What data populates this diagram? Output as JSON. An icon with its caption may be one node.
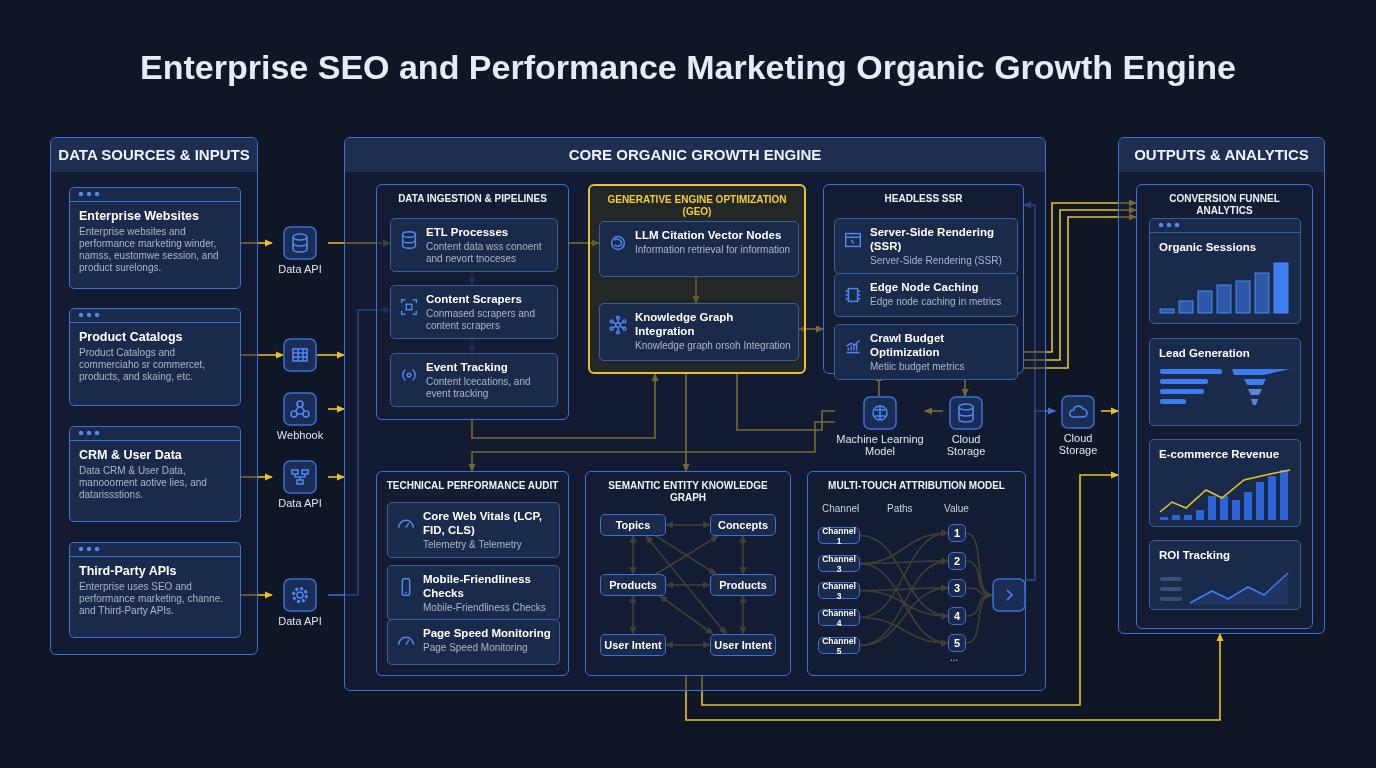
{
  "diagram": {
    "title": "Enterprise SEO and Performance Marketing Organic Growth Engine",
    "nodes": [
      {
        "text": [
          "DATA SOURCES & INPUTS"
        ]
      },
      {
        "text": [
          "Enterprise Websites",
          "Enterprise websites and performance marketing winder, namss, eustomwe session, and product surelongs."
        ],
        "in": 0
      },
      {
        "text": [
          "Product Catalogs",
          "Product Catalogs and commerciaho sr commercet, products, and skaing, etc."
        ],
        "in": 0
      },
      {
        "text": [
          "CRM & User Data",
          "Data CRM & User Data, manoooment aotive lies, and datarissstions."
        ],
        "in": 0
      },
      {
        "text": [
          "Third-Party APIs",
          "Enterprise uses SEO and performance marketing, channe. and Third-Party APIs."
        ],
        "in": 0
      },
      {
        "text": [
          "Data API"
        ]
      },
      {
        "text": [],
        "shape": "box"
      },
      {
        "text": [
          "Webhook"
        ]
      },
      {
        "text": [
          "Data API"
        ]
      },
      {
        "text": [
          "Data API"
        ]
      },
      {
        "text": [
          "CORE ORGANIC GROWTH ENGINE"
        ]
      },
      {
        "text": [
          "DATA INGESTION & PIPELINES"
        ],
        "in": 10
      },
      {
        "text": [
          "ETL Processes",
          "Content data wss conoent and nevort tnoceses"
        ],
        "in": 11
      },
      {
        "text": [
          "Content Scrapers",
          "Conmased scrapers and content scrapers"
        ],
        "in": 11
      },
      {
        "text": [
          "Event Tracking",
          "Content lcecations, and event tracking"
        ],
        "in": 11
      },
      {
        "text": [
          "GENERATIVE ENGINE OPTIMIZATION (GEO)"
        ],
        "in": 10
      },
      {
        "text": [
          "LLM Citation Vector Nodes",
          "Information retrieval for information"
        ],
        "in": 15
      },
      {
        "text": [
          "Knowledge Graph Integration",
          "Knowledge graph orsoh Integration"
        ],
        "in": 15
      },
      {
        "text": [
          "HEADLESS SSR"
        ],
        "in": 10
      },
      {
        "text": [
          "Server-Side Rendering (SSR)",
          "Server-Side Rendering (SSR)"
        ],
        "in": 18
      },
      {
        "text": [
          "Edge Node Caching",
          "Edge node caching in metrics"
        ],
        "in": 18
      },
      {
        "text": [
          "Crawl Budget Optimization",
          "Metiic budget metrics"
        ],
        "in": 18
      },
      {
        "text": [
          "Machine Learning Model"
        ],
        "in": 10
      },
      {
        "text": [
          "Cloud Storage"
        ],
        "in": 10
      },
      {
        "text": [
          "TECHNICAL PERFORMANCE AUDIT"
        ],
        "in": 10
      },
      {
        "text": [
          "Core Web Vitals (LCP, FID, CLS)",
          "Telemetry & Telemetry"
        ],
        "in": 24
      },
      {
        "text": [
          "Mobile-Friendliness Checks",
          "Mobile-Friendliness Checks"
        ],
        "in": 24
      },
      {
        "text": [
          "Page Speed Monitoring",
          "Page Speed Monitoring"
        ],
        "in": 24
      },
      {
        "text": [
          "SEMANTIC ENTITY KNOWLEDGE GRAPH"
        ],
        "in": 10
      },
      {
        "text": [
          "Topics"
        ],
        "in": 28
      },
      {
        "text": [
          "Concepts"
        ],
        "in": 28
      },
      {
        "text": [
          "Products"
        ],
        "in": 28
      },
      {
        "text": [
          "Products"
        ],
        "in": 28
      },
      {
        "text": [
          "User Intent"
        ],
        "in": 28
      },
      {
        "text": [
          "User Intent"
        ],
        "in": 28
      },
      {
        "text": [
          "MULTI-TOUCH ATTRIBUTION MODEL"
        ],
        "in": 10
      },
      {
        "text": [
          "Channel 1"
        ],
        "in": 35
      },
      {
        "text": [
          "Channel 3"
        ],
        "in": 35
      },
      {
        "text": [
          "Channel 3"
        ],
        "in": 35
      },
      {
        "text": [
          "Channel 4"
        ],
        "in": 35
      },
      {
        "text": [
          "Channel 5"
        ],
        "in": 35
      },
      {
        "text": [
          "1"
        ],
        "in": 35
      },
      {
        "text": [
          "2"
        ],
        "in": 35
      },
      {
        "text": [
          "3"
        ],
        "in": 35
      },
      {
        "text": [
          "4"
        ],
        "in": 35
      },
      {
        "text": [
          "5"
        ],
        "in": 35
      },
      {
        "text": [],
        "shape": "box",
        "in": 35
      },
      {
        "text": [
          "Cloud Storage"
        ]
      },
      {
        "text": [
          "OUTPUTS & ANALYTICS"
        ]
      },
      {
        "text": [
          "CONVERSION FUNNEL ANALYTICS"
        ],
        "in": 48
      },
      {
        "text": [
          "Organic Sessions"
        ],
        "in": 49
      },
      {
        "text": [
          "Lead Generation"
        ],
        "in": 49
      },
      {
        "text": [
          "E-commerce Revenue"
        ],
        "in": 49
      },
      {
        "text": [
          "ROI Tracking"
        ],
        "in": 49
      }
    ],
    "edges": [
      {
        "from": 1,
        "to": 5,
        "arrow": "to"
      },
      {
        "from": 5,
        "to": 12,
        "arrow": "to"
      },
      {
        "from": 2,
        "to": 6,
        "arrow": "to"
      },
      {
        "from": 6,
        "to": 10,
        "arrow": "to"
      },
      {
        "from": 7,
        "to": 10,
        "arrow": "to"
      },
      {
        "from": 3,
        "to": 8,
        "arrow": "to"
      },
      {
        "from": 8,
        "to": 10,
        "arrow": "to"
      },
      {
        "from": 4,
        "to": 9,
        "arrow": "to"
      },
      {
        "from": 9,
        "to": 13,
        "arrow": "to",
        "color": "#3d6fd6"
      },
      {
        "from": 12,
        "to": 13,
        "arrow": "to",
        "color": "#3d6fd6"
      },
      {
        "from": 13,
        "to": 14,
        "arrow": "to",
        "color": "#3d6fd6"
      },
      {
        "from": 11,
        "to": 16,
        "arrow": "to"
      },
      {
        "from": 16,
        "to": 17,
        "arrow": "to"
      },
      {
        "from": 17,
        "to": 18,
        "arrow": "both"
      },
      {
        "from": 11,
        "to": 15,
        "arrow": "to"
      },
      {
        "from": 15,
        "to": 28,
        "arrow": "to"
      },
      {
        "from": 15,
        "to": 22,
        "arrow": "none"
      },
      {
        "from": 22,
        "to": 24,
        "arrow": "to"
      },
      {
        "from": 22,
        "to": 18,
        "arrow": "to"
      },
      {
        "from": 18,
        "to": 23,
        "arrow": "to"
      },
      {
        "from": 23,
        "to": 22,
        "arrow": "to"
      },
      {
        "from": 35,
        "to": 18,
        "arrow": "to",
        "color": "#3d6fd6"
      },
      {
        "from": 35,
        "to": 47,
        "arrow": "to",
        "color": "#3d6fd6"
      },
      {
        "from": 47,
        "to": 48,
        "arrow": "to"
      },
      {
        "from": 18,
        "to": 49,
        "arrow": "to"
      },
      {
        "from": 18,
        "to": 49,
        "arrow": "to"
      },
      {
        "from": 18,
        "to": 49,
        "arrow": "to"
      },
      {
        "from": 28,
        "to": 48,
        "arrow": "to"
      },
      {
        "from": 28,
        "to": 48,
        "arrow": "to"
      },
      {
        "from": 29,
        "to": 30,
        "arrow": "both"
      },
      {
        "from": 29,
        "to": 31,
        "arrow": "both"
      },
      {
        "from": 30,
        "to": 32,
        "arrow": "both"
      },
      {
        "from": 31,
        "to": 32,
        "arrow": "both"
      },
      {
        "from": 31,
        "to": 33,
        "arrow": "both"
      },
      {
        "from": 32,
        "to": 34,
        "arrow": "both"
      },
      {
        "from": 33,
        "to": 34,
        "arrow": "both"
      },
      {
        "from": 29,
        "to": 32,
        "arrow": "to"
      },
      {
        "from": 29,
        "to": 34,
        "arrow": "both"
      },
      {
        "from": 31,
        "to": 30,
        "arrow": "to"
      },
      {
        "from": 34,
        "to": 31,
        "arrow": "both"
      },
      {
        "from": 36,
        "to": 44,
        "arrow": "to"
      },
      {
        "from": 37,
        "to": 41,
        "arrow": "to"
      },
      {
        "from": 37,
        "to": 42,
        "arrow": "to"
      },
      {
        "from": 37,
        "to": 45,
        "arrow": "to"
      },
      {
        "from": 38,
        "to": 43,
        "arrow": "to"
      },
      {
        "from": 38,
        "to": 44,
        "arrow": "to"
      },
      {
        "from": 39,
        "to": 41,
        "arrow": "to"
      },
      {
        "from": 39,
        "to": 45,
        "arrow": "to"
      },
      {
        "from": 40,
        "to": 42,
        "arrow": "to"
      },
      {
        "from": 40,
        "to": 43,
        "arrow": "to"
      },
      {
        "from": 41,
        "to": 46,
        "arrow": "to"
      },
      {
        "from": 42,
        "to": 46,
        "arrow": "to"
      },
      {
        "from": 43,
        "to": 46,
        "arrow": "to"
      },
      {
        "from": 44,
        "to": 46,
        "arrow": "to"
      },
      {
        "from": 45,
        "to": 46,
        "arrow": "to"
      }
    ],
    "labels": [
      "Channel",
      "Paths",
      "Value",
      "..."
    ]
  }
}
